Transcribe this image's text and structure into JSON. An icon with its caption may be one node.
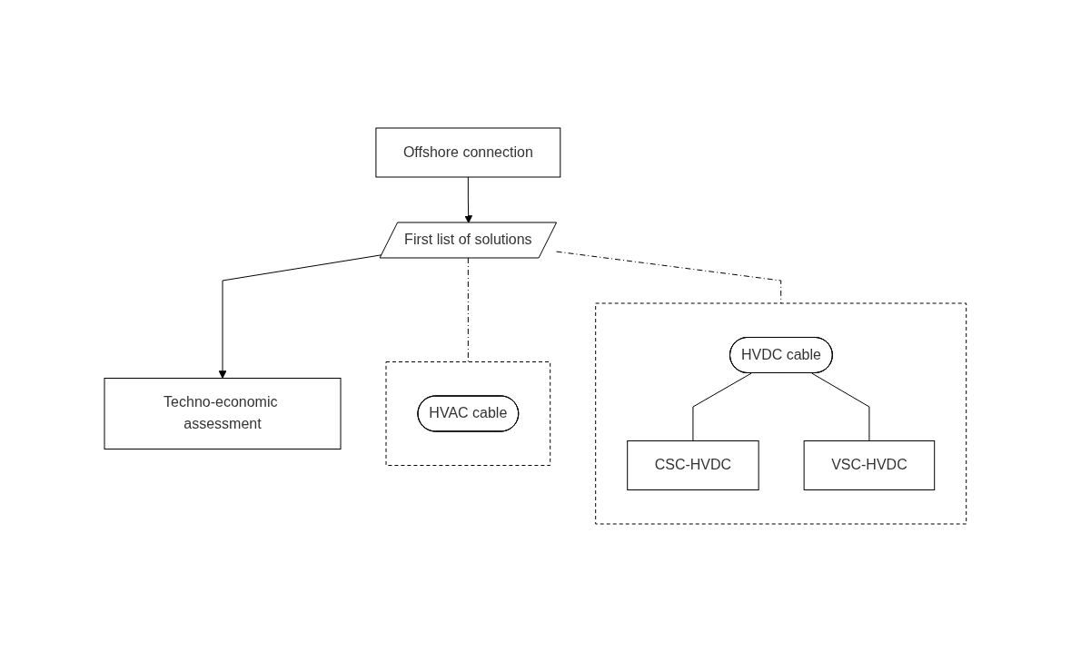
{
  "diagram": {
    "nodes": [
      {
        "text": [
          "Offshore connection"
        ]
      },
      {
        "text": [
          "First list of solutions"
        ]
      },
      {
        "text": [],
        "shape": "box"
      },
      {
        "text": [
          "HVAC cable"
        ],
        "in": 2
      },
      {
        "text": [],
        "shape": "box"
      },
      {
        "text": [
          "HVDC cable"
        ],
        "in": 4
      },
      {
        "text": [
          "CSC-HVDC"
        ],
        "in": 4
      },
      {
        "text": [
          "VSC-HVDC"
        ],
        "in": 4
      },
      {
        "text": [
          "Techno-economic assessment"
        ]
      }
    ],
    "edges": [
      {
        "from": 0,
        "to": 1,
        "arrow": "to"
      },
      {
        "from": 1,
        "to": 2,
        "arrow": "none",
        "style": "dashed"
      },
      {
        "from": 1,
        "to": 4,
        "arrow": "none",
        "style": "dashed"
      },
      {
        "from": 5,
        "to": 6,
        "arrow": "none"
      },
      {
        "from": 5,
        "to": 7,
        "arrow": "none"
      },
      {
        "from": 1,
        "to": 8,
        "arrow": "to"
      }
    ]
  }
}
